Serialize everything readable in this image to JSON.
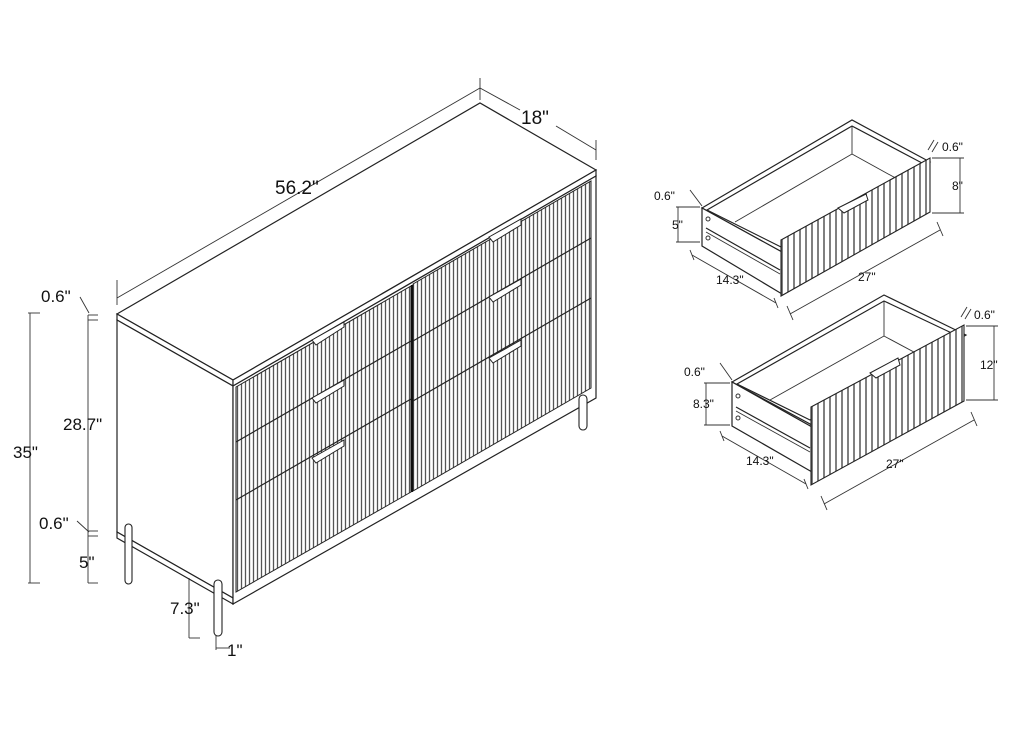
{
  "figure": {
    "subject": "6-drawer fluted dresser dimension drawing",
    "main_unit": {
      "width_label": "56.2\"",
      "depth_label": "18\"",
      "overall_height_label": "35\"",
      "top_thickness_label": "0.6\"",
      "body_height_label": "28.7\"",
      "bottom_thickness_label": "0.6\"",
      "leg_clearance_label": "5\"",
      "leg_height_label": "7.3\"",
      "leg_diameter_label": "1\""
    },
    "small_drawer": {
      "front_thickness_label": "0.6\"",
      "front_height_label": "8\"",
      "side_thickness_label": "0.6\"",
      "side_height_label": "5\"",
      "depth_label": "14.3\"",
      "width_label": "27\""
    },
    "large_drawer": {
      "front_thickness_label": "0.6\"",
      "front_height_label": "12\"",
      "side_thickness_label": "0.6\"",
      "side_height_label": "8.3\"",
      "depth_label": "14.3\"",
      "width_label": "27\""
    }
  }
}
